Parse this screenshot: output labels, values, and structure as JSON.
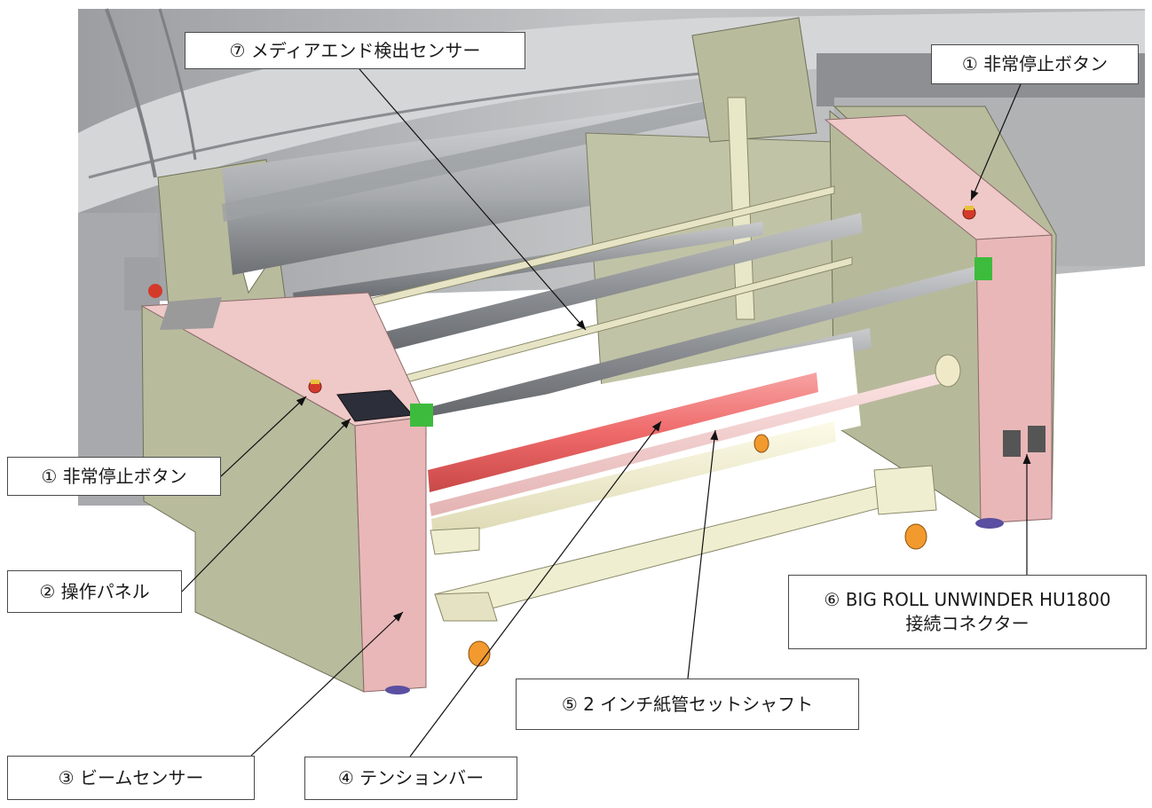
{
  "callouts": {
    "media_end_sensor": "⑦ メディアエンド検出センサー",
    "estop_right": "① 非常停止ボタン",
    "estop_left": "① 非常停止ボタン",
    "control_panel": "② 操作パネル",
    "connector_line1": "⑥ BIG ROLL UNWINDER HU1800",
    "connector_line2": "接続コネクター",
    "paper_core_shaft": "⑤ 2 インチ紙管セットシャフト",
    "beam_sensor": "③ ビームセンサー",
    "tension_bar": "④ テンションバー"
  },
  "colors": {
    "frame_pink": "#e9b7b7",
    "frame_green": "#b9bb9d",
    "roller_red": "#f06c6c",
    "roller_light_pink": "#f2c9c9",
    "roller_cream": "#f3f0cf",
    "roller_gray": "#8f9296",
    "base_frame": "#efeed0",
    "caster_orange": "#f29a2e",
    "leader_line": "#111111"
  }
}
